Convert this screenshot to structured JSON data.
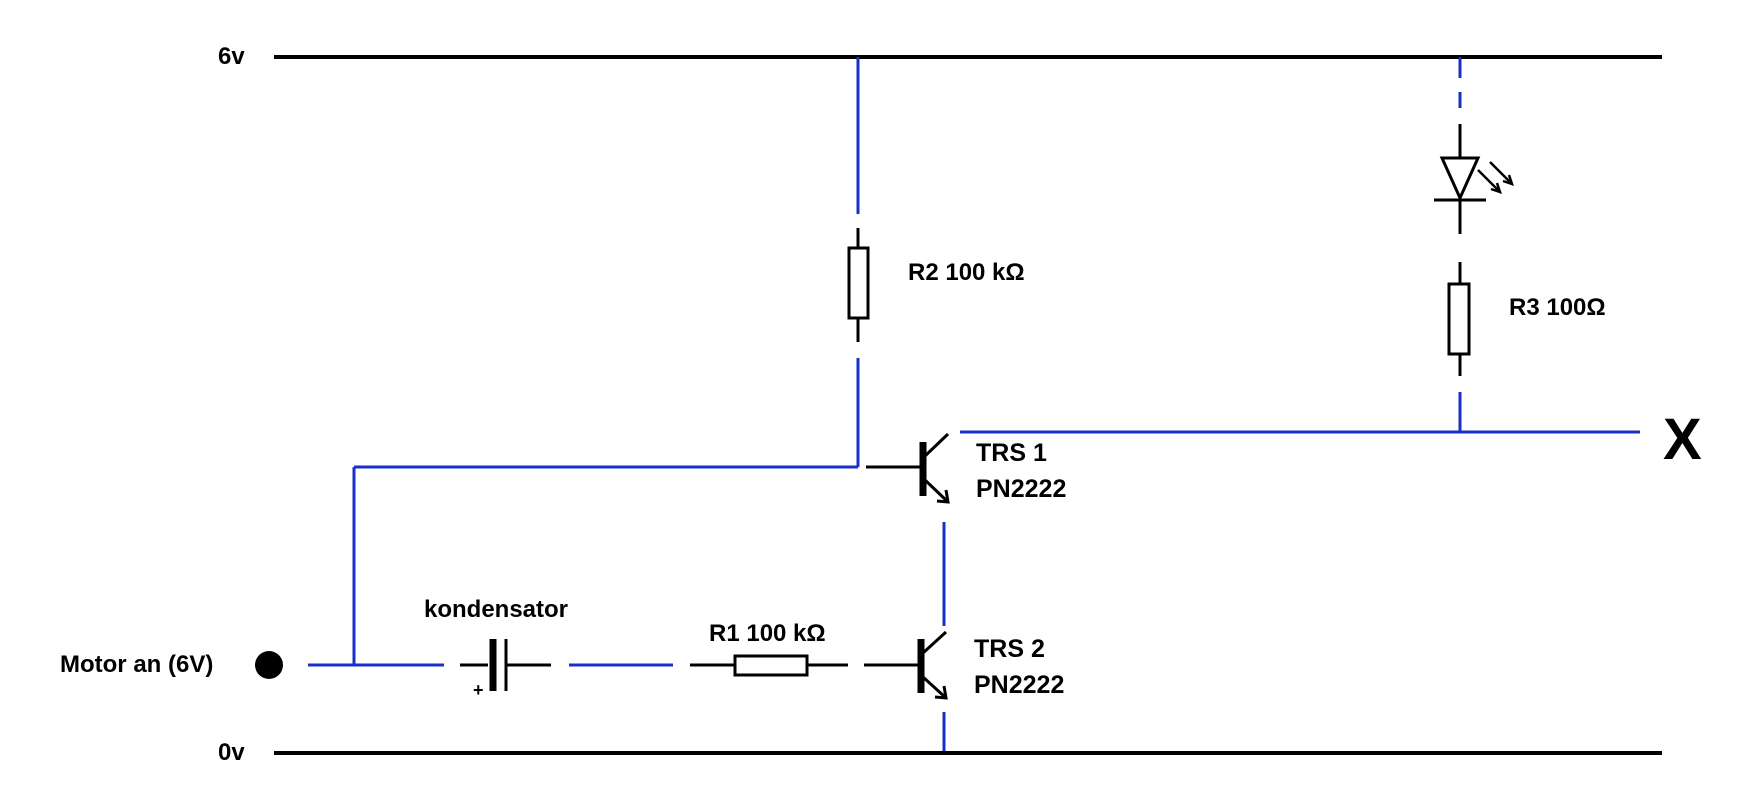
{
  "colors": {
    "wire": "#1a2fc8",
    "component": "#000000",
    "background": "#ffffff"
  },
  "rails": {
    "top_label": "6v",
    "bottom_label": "0v"
  },
  "input": {
    "label": "Motor an (6V)",
    "terminal_icon": "filled-circle-terminal"
  },
  "components": {
    "r1": {
      "label": "R1 100 kΩ"
    },
    "r2": {
      "label": "R2 100 kΩ"
    },
    "r3": {
      "label": "R3 100Ω"
    },
    "capacitor": {
      "label": "kondensator",
      "polarity": "+"
    },
    "led": {
      "icon": "led-icon"
    },
    "trs1": {
      "name": "TRS 1",
      "part": "PN2222"
    },
    "trs2": {
      "name": "TRS 2",
      "part": "PN2222"
    }
  },
  "output": {
    "label": "X"
  }
}
